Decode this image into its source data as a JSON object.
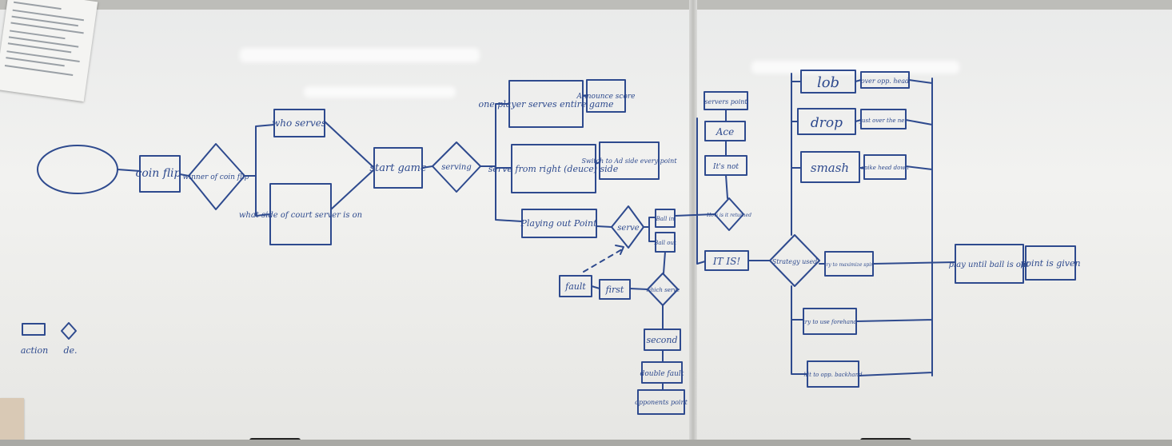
{
  "flowchart": {
    "coin_flip": "coin flip",
    "winner_of_coin_flip": "winner of coin flip",
    "who_serves": "who serves",
    "what_side": "what side of court server is on",
    "start_game": "start game",
    "serving": "serving",
    "one_player": "one player serves entire game",
    "announce_score": "Announce score",
    "serve_from_right": "serve from right (deuce) side",
    "switch_to_ad": "Switch to Ad side every point",
    "playing_out_point": "Playing out Point",
    "serve": "serve",
    "ball_in": "Ball in",
    "ball_out": "Ball out",
    "fault": "fault",
    "first": "first",
    "which_serve": "which serve",
    "second": "second",
    "double_fault": "double fault",
    "opponents_point": "opponents point",
    "servers_point": "servers point",
    "ace": "Ace",
    "its_not": "It's not",
    "how_is_it_returned": "How is it returned",
    "it_is": "IT IS!",
    "strategy_used": "Strategy used",
    "lob": "lob",
    "over_opp_head": "over opp. head",
    "drop": "drop",
    "just_over_net": "just over the net",
    "smash": "smash",
    "spike_head_down": "spike head down",
    "maximize_spin": "try to maximize spin",
    "use_forehand": "try to use forehand",
    "hit_to_backhand": "hit to opp. backhand",
    "play_until_out": "play until ball is out",
    "point_given": "point is given"
  },
  "legend": {
    "action": "action",
    "decision": "de."
  },
  "colors": {
    "ink": "#2e4a8e",
    "board": "#eeeeec"
  }
}
